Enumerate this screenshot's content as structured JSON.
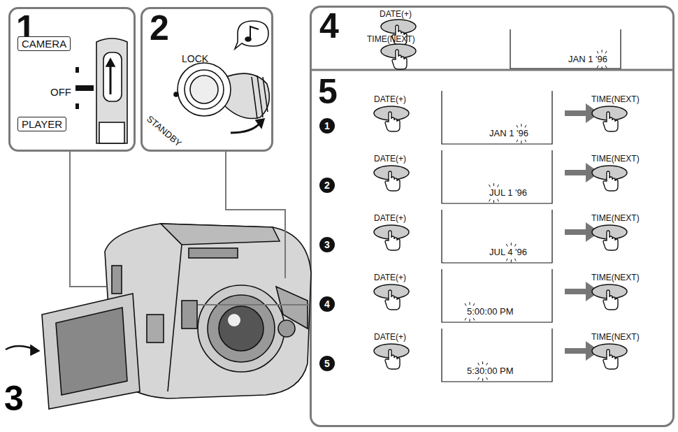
{
  "diagram": {
    "nodes": [
      {
        "text": [
          "1",
          "OFF"
        ]
      },
      {
        "text": [
          "CAMERA"
        ],
        "in": 0
      },
      {
        "text": [
          "PLAYER"
        ],
        "in": 0
      },
      {
        "text": [
          "2",
          "LOCK",
          "STANDBY"
        ]
      },
      {
        "text": [
          "4",
          "DATE(+)",
          "TIME(NEXT)",
          "JAN 1 '96"
        ]
      },
      {
        "text": [
          "5",
          "1",
          "DATE(+)",
          "JAN 1 '96",
          "TIME(NEXT)",
          "2",
          "DATE(+)",
          "JUL 1 '96",
          "TIME(NEXT)",
          "3",
          "DATE(+)",
          "JUL 4 '96",
          "TIME(NEXT)",
          "4",
          "DATE(+)",
          "5:00:00 PM",
          "TIME(NEXT)",
          "5",
          "DATE(+)",
          "5:30:00 PM",
          "TIME(NEXT)"
        ]
      }
    ],
    "labels": [
      "3"
    ]
  }
}
